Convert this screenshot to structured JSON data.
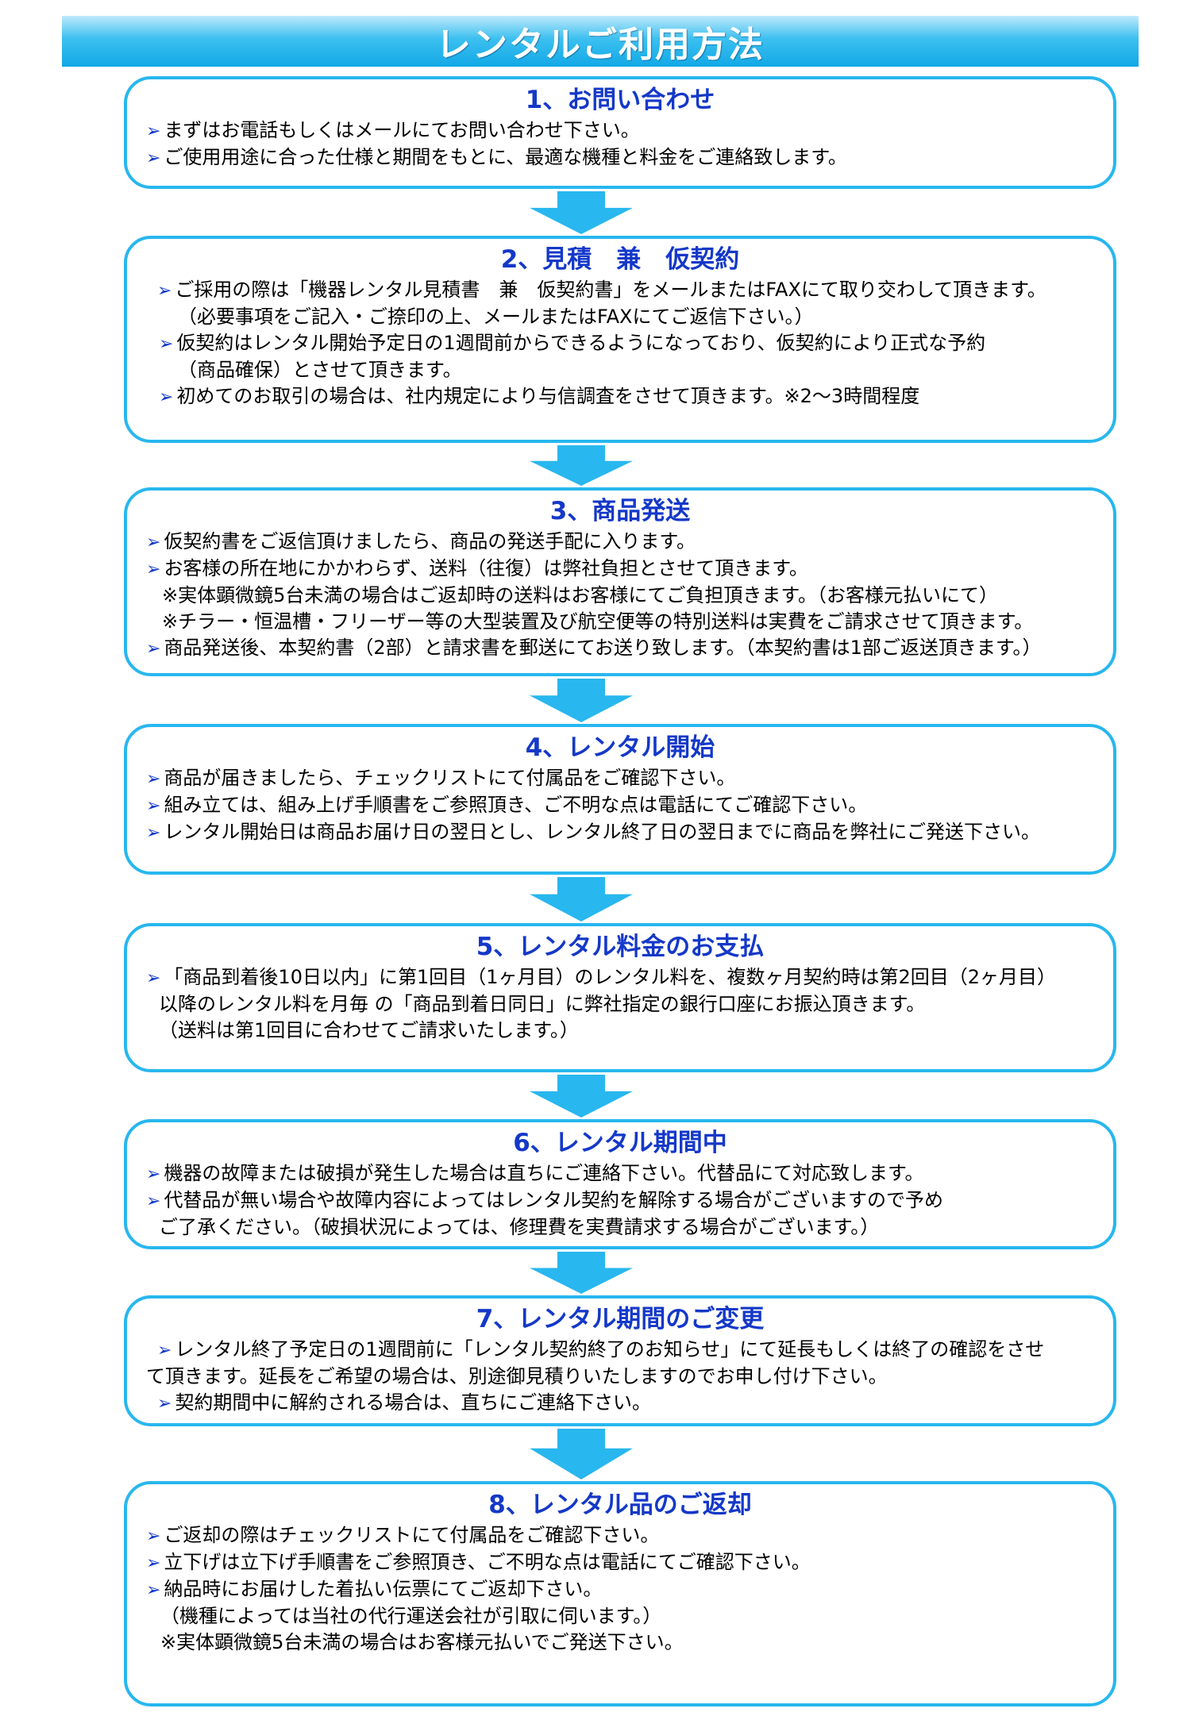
{
  "page_title": "レンタルご利用方法",
  "steps": [
    {
      "title": "1、お問い合わせ",
      "lines": [
        {
          "text": "まずはお電話もしくはメールにてお問い合わせ下さい。",
          "bullet": true
        },
        {
          "text": "ご使用用途に合った仕様と期間をもとに、最適な機種と料金をご連絡致します。",
          "bullet": true
        }
      ]
    },
    {
      "title": "2、見積　兼　仮契約",
      "lines": [
        {
          "text": "ご採用の際は「機器レンタル見積書　兼　仮契約書」をメールまたはFAXにて取り交わして頂きます。",
          "bullet": true
        },
        {
          "text": "（必要事項をご記入・ご捺印の上、メールまたはFAXにてご返信下さい。）",
          "bullet": false
        },
        {
          "text": "仮契約はレンタル開始予定日の1週間前からできるようになっており、仮契約により正式な予約",
          "bullet": true
        },
        {
          "text": "（商品確保）とさせて頂きます。",
          "bullet": false
        },
        {
          "text": "初めてのお取引の場合は、社内規定により与信調査をさせて頂きます。※2～3時間程度",
          "bullet": true
        }
      ]
    },
    {
      "title": "3、商品発送",
      "lines": [
        {
          "text": "仮契約書をご返信頂けましたら、商品の発送手配に入ります。",
          "bullet": true
        },
        {
          "text": "お客様の所在地にかかわらず、送料（往復）は弊社負担とさせて頂きます。",
          "bullet": true
        },
        {
          "text": "※実体顕微鏡5台未満の場合はご返却時の送料はお客様にてご負担頂きます。（お客様元払いにて）",
          "bullet": false
        },
        {
          "text": "※チラー・恒温槽・フリーザー等の大型装置及び航空便等の特別送料は実費をご請求させて頂きます。",
          "bullet": false
        },
        {
          "text": "商品発送後、本契約書（2部）と請求書を郵送にてお送り致します。（本契約書は1部ご返送頂きます。）",
          "bullet": true
        }
      ]
    },
    {
      "title": "4、レンタル開始",
      "lines": [
        {
          "text": "商品が届きましたら、チェックリストにて付属品をご確認下さい。",
          "bullet": true
        },
        {
          "text": "組み立ては、組み上げ手順書をご参照頂き、ご不明な点は電話にてご確認下さい。",
          "bullet": true
        },
        {
          "text": "レンタル開始日は商品お届け日の翌日とし、レンタル終了日の翌日までに商品を弊社にご発送下さい。",
          "bullet": true
        }
      ]
    },
    {
      "title": "5、レンタル料金のお支払",
      "lines": [
        {
          "text": "「商品到着後10日以内」に第1回目（1ヶ月目）のレンタル料を、複数ヶ月契約時は第2回目（2ヶ月目）",
          "bullet": true
        },
        {
          "text": "以降のレンタル料を月毎 の「商品到着日同日」に弊社指定の銀行口座にお振込頂きます。",
          "bullet": false
        },
        {
          "text": "（送料は第1回目に合わせてご請求いたします。）",
          "bullet": false
        }
      ]
    },
    {
      "title": "6、レンタル期間中",
      "lines": [
        {
          "text": "機器の故障または破損が発生した場合は直ちにご連絡下さい。代替品にて対応致します。",
          "bullet": true
        },
        {
          "text": "代替品が無い場合や故障内容によってはレンタル契約を解除する場合がございますので予め",
          "bullet": true
        },
        {
          "text": "ご了承ください。（破損状況によっては、修理費を実費請求する場合がございます。）",
          "bullet": false
        }
      ]
    },
    {
      "title": "7、レンタル期間のご変更",
      "lines": [
        {
          "text": "レンタル終了予定日の1週間前に「レンタル契約終了のお知らせ」にて延長もしくは終了の確認をさせ",
          "bullet": true
        },
        {
          "text": "て頂きます。延長をご希望の場合は、別途御見積りいたしますのでお申し付け下さい。",
          "bullet": false
        },
        {
          "text": "契約期間中に解約される場合は、直ちにご連絡下さい。",
          "bullet": true
        }
      ]
    },
    {
      "title": "8、レンタル品のご返却",
      "lines": [
        {
          "text": "ご返却の際はチェックリストにて付属品をご確認下さい。",
          "bullet": true
        },
        {
          "text": "立下げは立下げ手順書をご参照頂き、ご不明な点は電話にてご確認下さい。",
          "bullet": true
        },
        {
          "text": "納品時にお届けした着払い伝票にてご返却下さい。",
          "bullet": true
        },
        {
          "text": "（機種によっては当社の代行運送会社が引取に伺います。）",
          "bullet": false
        },
        {
          "text": "※実体顕微鏡5台未満の場合はお客様元払いでご発送下さい。",
          "bullet": false
        }
      ]
    }
  ],
  "colors": {
    "accent": "#28b7ee",
    "title_text": "#1438c8",
    "header_text": "#ffffff"
  },
  "icons": {
    "bullet": "arrowhead-bullet-icon",
    "connector": "down-arrow-icon"
  }
}
